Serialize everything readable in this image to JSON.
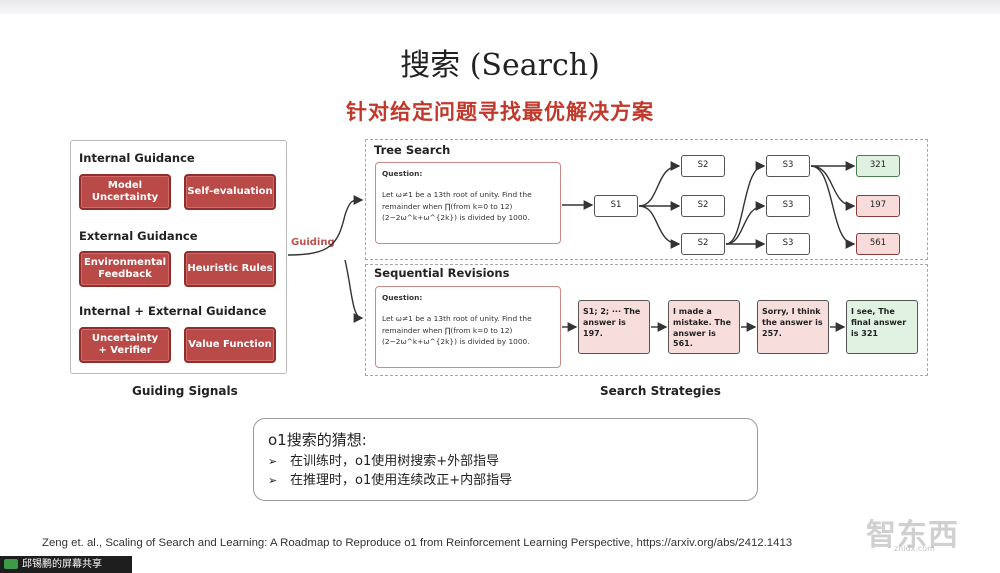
{
  "slide": {
    "title": "搜索 (Search)",
    "subtitle": "针对给定问题寻找最优解决方案"
  },
  "guiding_signals": {
    "caption": "Guiding Signals",
    "arrow_label": "Guiding",
    "sections": [
      {
        "heading": "Internal Guidance",
        "items": [
          "Model\nUncertainty",
          "Self-evaluation"
        ]
      },
      {
        "heading": "External Guidance",
        "items": [
          "Environmental\nFeedback",
          "Heuristic Rules"
        ]
      },
      {
        "heading": "Internal + External Guidance",
        "items": [
          "Uncertainty\n+ Verifier",
          "Value Function"
        ]
      }
    ]
  },
  "search_strategies": {
    "caption": "Search Strategies",
    "tree_search": {
      "title": "Tree Search",
      "question_label": "Question:",
      "question_text": "Let ω≠1 be a 13th root of unity. Find the remainder when ∏(from k=0 to 12) (2−2ω^k+ω^{2k}) is divided by 1000.",
      "root": "S1",
      "level2": [
        "S2",
        "S2",
        "S2"
      ],
      "level3": [
        "S3",
        "S3",
        "S3"
      ],
      "answers": [
        {
          "value": "321",
          "status": "correct"
        },
        {
          "value": "197",
          "status": "wrong"
        },
        {
          "value": "561",
          "status": "wrong"
        }
      ]
    },
    "sequential_revisions": {
      "title": "Sequential Revisions",
      "question_label": "Question:",
      "question_text": "Let ω≠1 be a 13th root of unity. Find the remainder when ∏(from k=0 to 12) (2−2ω^k+ω^{2k}) is divided by 1000.",
      "steps": [
        {
          "text": "S1; 2; ··· The answer is 197.",
          "status": "wrong"
        },
        {
          "text": "I made a mistake. The answer is 561.",
          "status": "wrong"
        },
        {
          "text": "Sorry, I think the answer is 257.",
          "status": "wrong"
        },
        {
          "text": "I see, The final answer is 321",
          "status": "correct"
        }
      ]
    }
  },
  "note": {
    "title": "o1搜索的猜想:",
    "items": [
      "在训练时，o1使用树搜索+外部指导",
      "在推理时，o1使用连续改正+内部指导"
    ]
  },
  "citation": "Zeng et. al., Scaling of Search and Learning: A Roadmap to Reproduce o1 from Reinforcement Learning Perspective, https://arxiv.org/abs/2412.1413",
  "screen_share_label": "邱锡鹏的屏幕共享",
  "watermark": {
    "text": "智东西",
    "sub": "zhidx.com"
  },
  "colors": {
    "accent_red": "#c0392b",
    "signal_button": "#b94a48",
    "wrong_fill": "#f8dcdc",
    "correct_fill": "#dff1e0"
  }
}
